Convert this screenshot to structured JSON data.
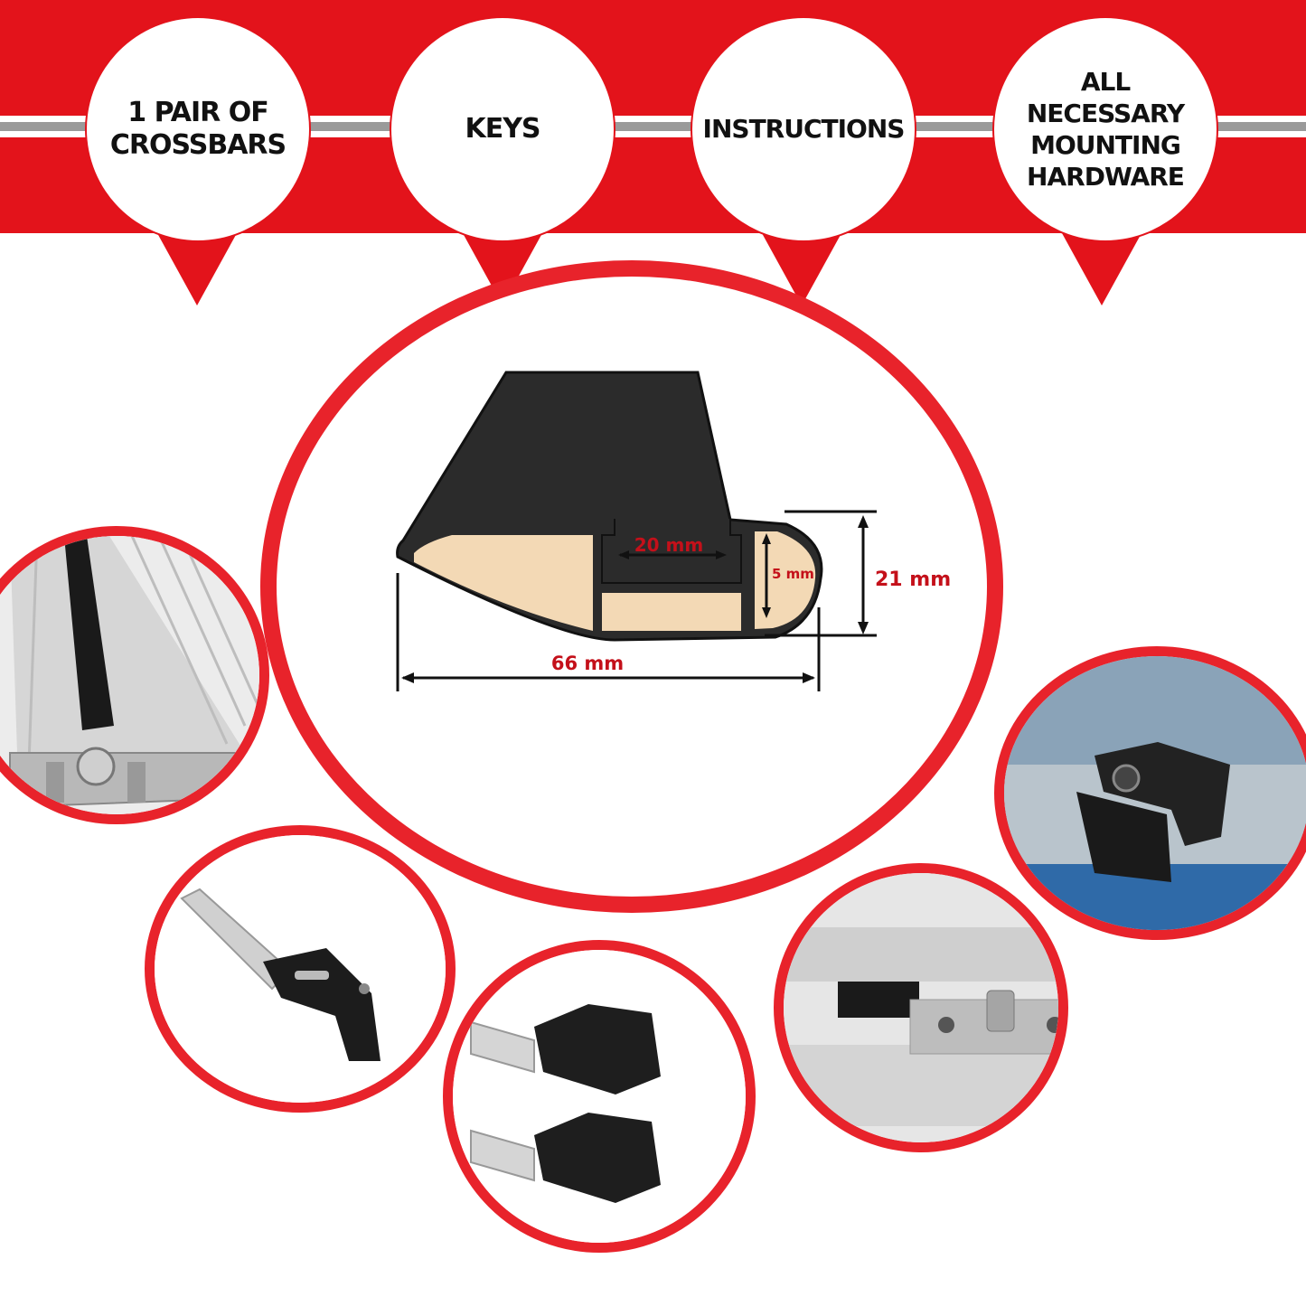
{
  "banner": {
    "items": [
      {
        "label": "1 PAIR OF\nCROSSBARS"
      },
      {
        "label": "KEYS"
      },
      {
        "label": "INSTRUCTIONS"
      },
      {
        "label": "ALL\nNECESSARY\nMOUNTING\nHARDWARE"
      }
    ],
    "colors": {
      "red": "#e3131b",
      "stripe": "#9a9a9a"
    }
  },
  "profile": {
    "dimensions": {
      "width": "66 mm",
      "height": "21 mm",
      "slot": "20 mm",
      "depth": "5 mm"
    },
    "colors": {
      "shell": "#2b2b2b",
      "core": "#f3d9b5",
      "accent": "#e8232b"
    }
  },
  "photos": [
    {
      "icon": "aluminum-bar-section-photo"
    },
    {
      "icon": "crossbar-end-cap-photo"
    },
    {
      "icon": "crossbar-feet-pair-photo"
    },
    {
      "icon": "t-slot-bolt-photo"
    },
    {
      "icon": "roof-mounted-foot-photo"
    }
  ]
}
